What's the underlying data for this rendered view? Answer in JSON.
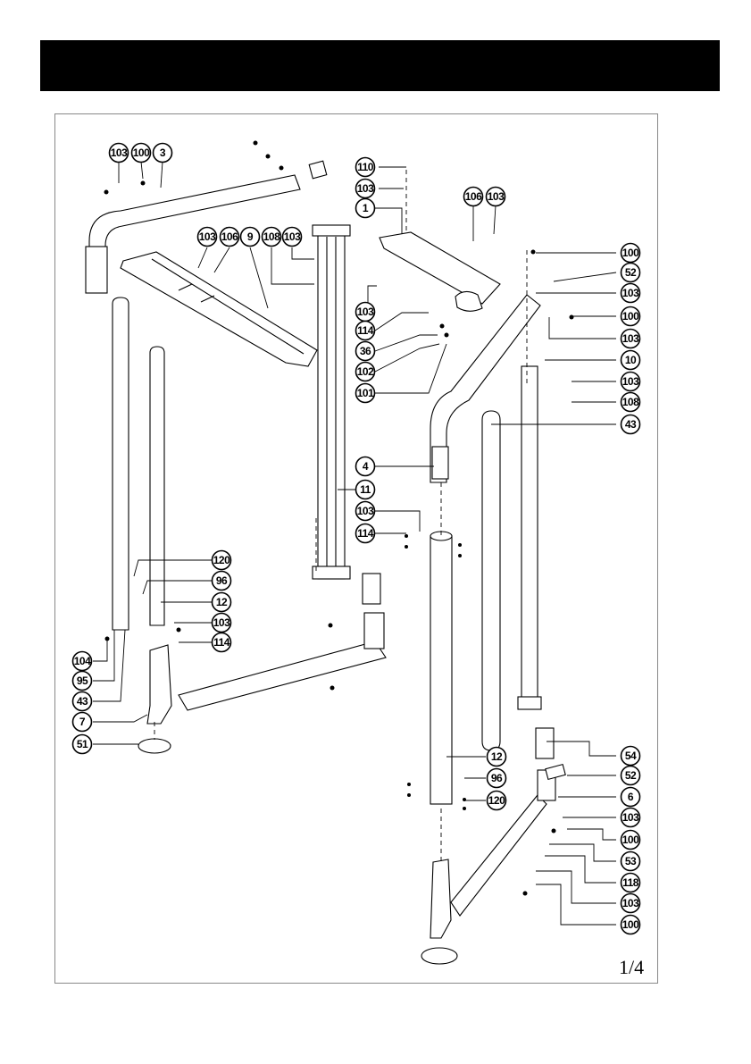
{
  "header": {
    "color": "#000000"
  },
  "diagram": {
    "callouts": [
      {
        "id": "c1",
        "label": "103"
      },
      {
        "id": "c2",
        "label": "100"
      },
      {
        "id": "c3",
        "label": "3"
      },
      {
        "id": "c4",
        "label": "110"
      },
      {
        "id": "c5",
        "label": "103"
      },
      {
        "id": "c6",
        "label": "1"
      },
      {
        "id": "c7",
        "label": "106"
      },
      {
        "id": "c8",
        "label": "103"
      },
      {
        "id": "c9",
        "label": "103"
      },
      {
        "id": "c10",
        "label": "106"
      },
      {
        "id": "c11",
        "label": "9"
      },
      {
        "id": "c12",
        "label": "108"
      },
      {
        "id": "c13",
        "label": "103"
      },
      {
        "id": "c14",
        "label": "100"
      },
      {
        "id": "c15",
        "label": "52"
      },
      {
        "id": "c16",
        "label": "103"
      },
      {
        "id": "c17",
        "label": "100"
      },
      {
        "id": "c18",
        "label": "103"
      },
      {
        "id": "c19",
        "label": "103"
      },
      {
        "id": "c20",
        "label": "114"
      },
      {
        "id": "c21",
        "label": "36"
      },
      {
        "id": "c22",
        "label": "102"
      },
      {
        "id": "c23",
        "label": "101"
      },
      {
        "id": "c24",
        "label": "10"
      },
      {
        "id": "c25",
        "label": "103"
      },
      {
        "id": "c26",
        "label": "108"
      },
      {
        "id": "c27",
        "label": "43"
      },
      {
        "id": "c28",
        "label": "4"
      },
      {
        "id": "c29",
        "label": "11"
      },
      {
        "id": "c30",
        "label": "103"
      },
      {
        "id": "c31",
        "label": "114"
      },
      {
        "id": "c32",
        "label": "120"
      },
      {
        "id": "c33",
        "label": "96"
      },
      {
        "id": "c34",
        "label": "12"
      },
      {
        "id": "c35",
        "label": "103"
      },
      {
        "id": "c36",
        "label": "114"
      },
      {
        "id": "c37",
        "label": "104"
      },
      {
        "id": "c38",
        "label": "95"
      },
      {
        "id": "c39",
        "label": "43"
      },
      {
        "id": "c40",
        "label": "7"
      },
      {
        "id": "c41",
        "label": "51"
      },
      {
        "id": "c42",
        "label": "54"
      },
      {
        "id": "c43",
        "label": "12"
      },
      {
        "id": "c44",
        "label": "52"
      },
      {
        "id": "c45",
        "label": "96"
      },
      {
        "id": "c46",
        "label": "6"
      },
      {
        "id": "c47",
        "label": "120"
      },
      {
        "id": "c48",
        "label": "103"
      },
      {
        "id": "c49",
        "label": "100"
      },
      {
        "id": "c50",
        "label": "53"
      },
      {
        "id": "c51",
        "label": "118"
      },
      {
        "id": "c52",
        "label": "103"
      },
      {
        "id": "c53",
        "label": "100"
      }
    ]
  },
  "page_number": "1/4"
}
